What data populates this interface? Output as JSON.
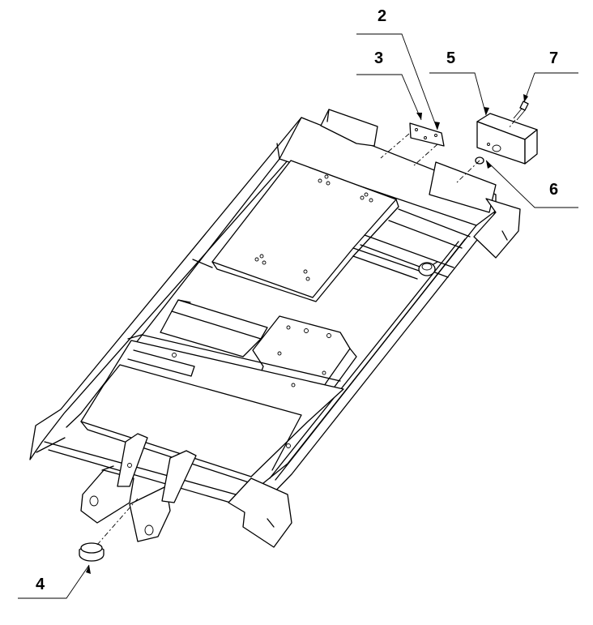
{
  "diagram": {
    "callouts": [
      {
        "id": "c2",
        "label": "2"
      },
      {
        "id": "c3",
        "label": "3"
      },
      {
        "id": "c5",
        "label": "5"
      },
      {
        "id": "c7",
        "label": "7"
      },
      {
        "id": "c6",
        "label": "6"
      },
      {
        "id": "c4",
        "label": "4"
      }
    ]
  }
}
